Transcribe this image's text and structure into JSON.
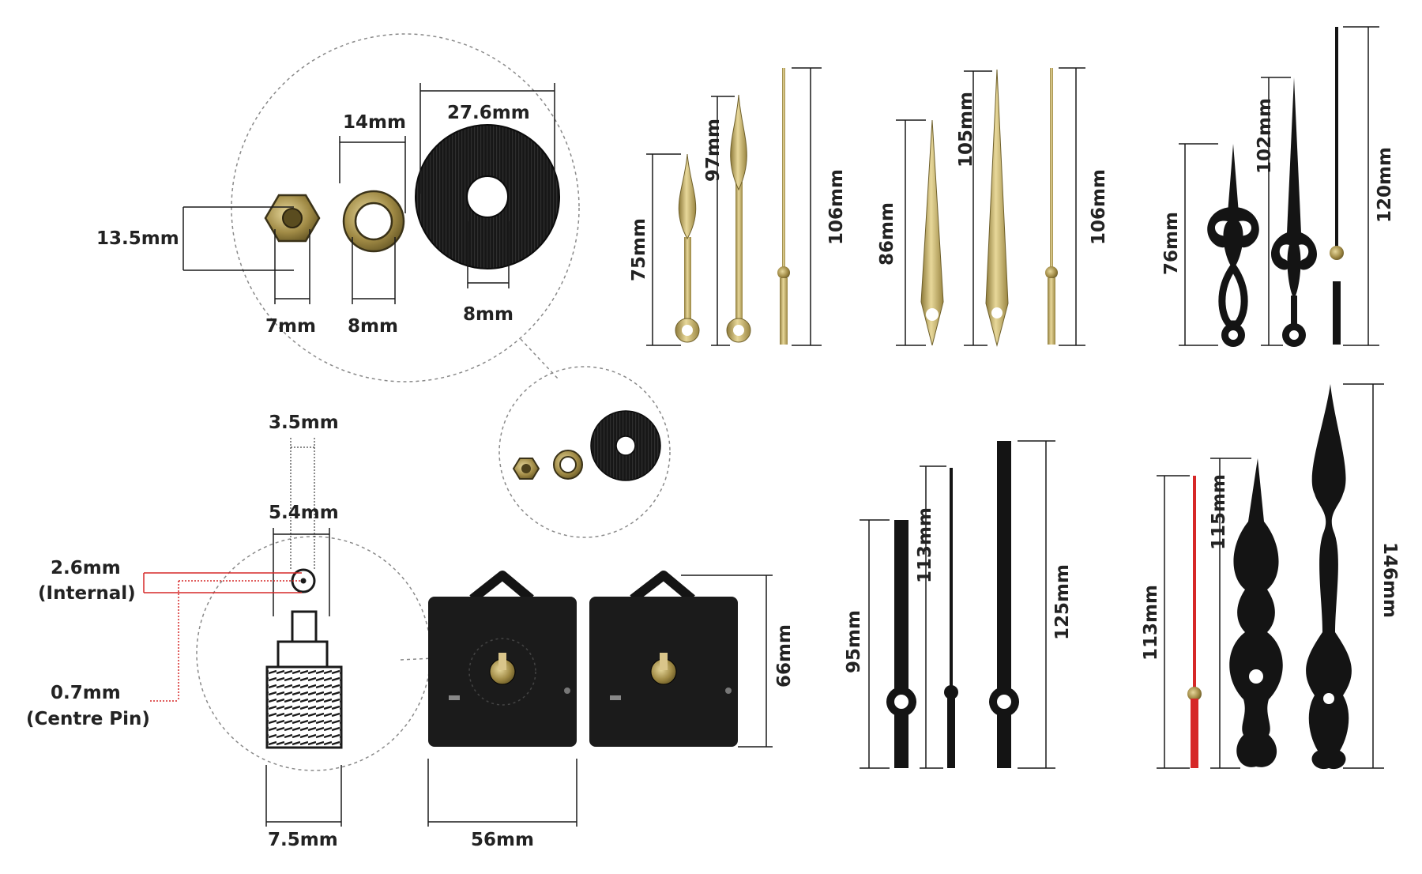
{
  "colors": {
    "line": "#1a1a1a",
    "dash": "#8a8a8a",
    "red": "#d62828",
    "gold": "#c8b36a",
    "gold_dark": "#8d7a3a",
    "black_part": "#141414",
    "text": "#222222"
  },
  "washers": {
    "nut_height": "13.5mm",
    "washer_id": "14mm",
    "disc_od": "27.6mm",
    "nut_thread": "7mm",
    "washer_bore": "8mm",
    "disc_bore": "8mm"
  },
  "shaft": {
    "tip": "3.5mm",
    "collar": "5.4mm",
    "internal_value": "2.6mm",
    "internal_note": "(Internal)",
    "pin_value": "0.7mm",
    "pin_note": "(Centre Pin)",
    "thread": "7.5mm"
  },
  "movement": {
    "height": "66mm",
    "width": "56mm"
  },
  "hand_sets": [
    {
      "style": "gold-spade",
      "hour": "75mm",
      "minute": "97mm",
      "second": "106mm"
    },
    {
      "style": "gold-sword",
      "hour": "86mm",
      "minute": "105mm",
      "second": "106mm"
    },
    {
      "style": "black-ornate",
      "hour": "76mm",
      "minute": "102mm",
      "second": "120mm"
    },
    {
      "style": "black-baton",
      "hour": "95mm",
      "minute": "113mm",
      "second": "125mm"
    },
    {
      "style": "black-serpentine",
      "second": "113mm",
      "hour": "115mm",
      "minute": "146mm"
    }
  ]
}
